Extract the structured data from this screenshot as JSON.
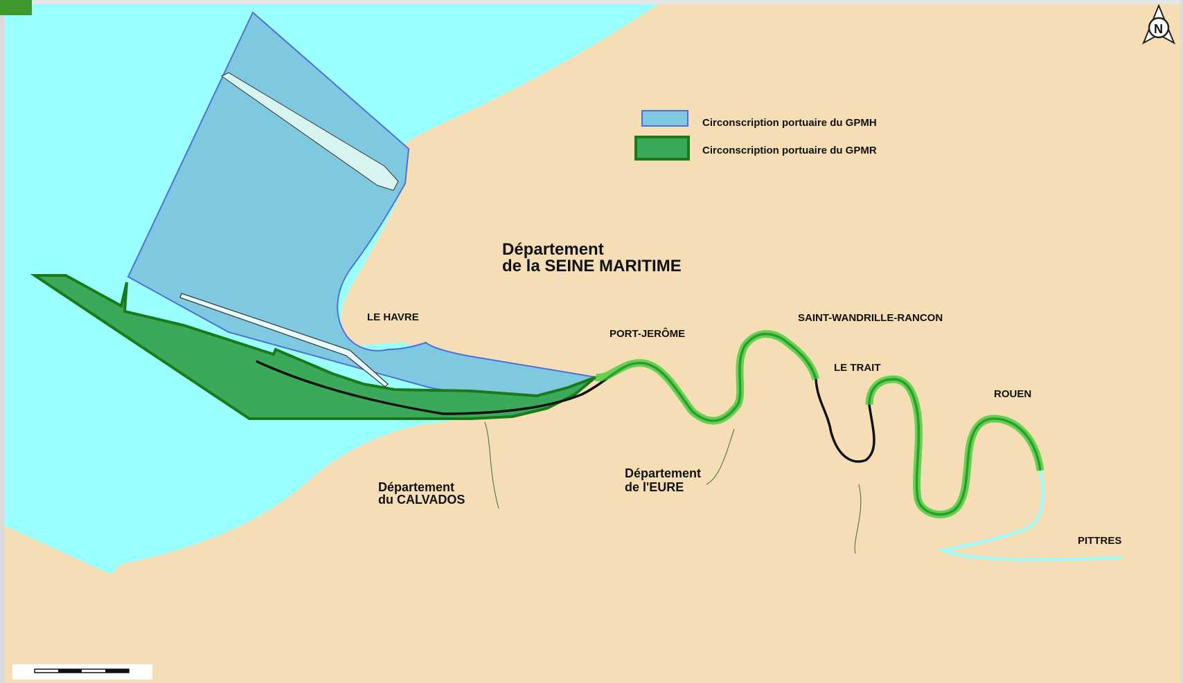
{
  "legend": {
    "gpmh_label": "Circonscription portuaire du GPMH",
    "gpmr_label": "Circonscription portuaire du GPMR"
  },
  "departments": {
    "seine_maritime_line1": "Département",
    "seine_maritime_line2": "de la SEINE MARITIME",
    "calvados_line1": "Département",
    "calvados_line2": "du CALVADOS",
    "eure_line1": "Département",
    "eure_line2": "de l'EURE"
  },
  "places": {
    "le_havre": "LE HAVRE",
    "port_jerome": "PORT-JERÔME",
    "saint_wandrille": "SAINT-WANDRILLE-RANCON",
    "le_trait": "LE TRAIT",
    "rouen": "ROUEN",
    "pittres": "PITTRES"
  },
  "compass": {
    "letter": "N",
    "icon": "north-arrow-icon"
  },
  "colors": {
    "sea": "#99ffff",
    "land": "#f5deb5",
    "gpmh_zone": "#7fc9e0",
    "gpmr_zone": "#3aaa5a",
    "gpmr_border": "#1a7a1a",
    "river_bank": "#33cc33"
  }
}
